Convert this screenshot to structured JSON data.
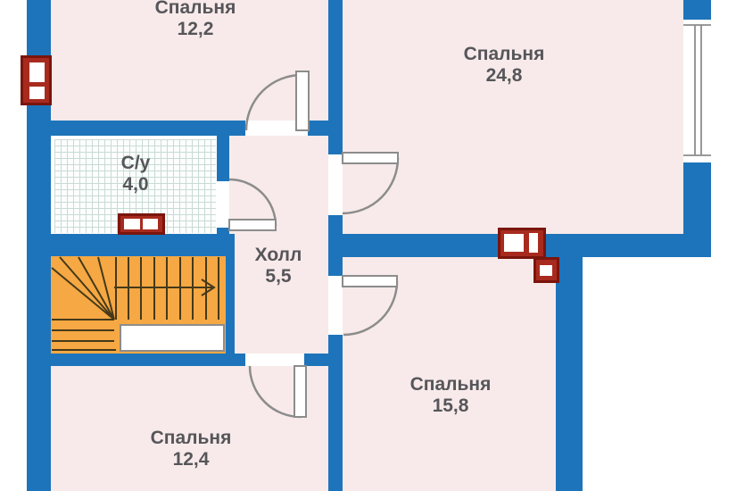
{
  "document": {
    "type": "floor-plan",
    "language": "ru"
  },
  "rooms": [
    {
      "id": "bedroom-top-left",
      "label": "Спальня",
      "area": "12,2"
    },
    {
      "id": "bedroom-top-right",
      "label": "Спальня",
      "area": "24,8"
    },
    {
      "id": "bathroom",
      "label": "С/у",
      "area": "4,0"
    },
    {
      "id": "hall",
      "label": "Холл",
      "area": "5,5"
    },
    {
      "id": "bedroom-bottom-right",
      "label": "Спальня",
      "area": "15,8"
    },
    {
      "id": "bedroom-bottom-left",
      "label": "Спальня",
      "area": "12,4"
    }
  ],
  "colors": {
    "wall": "#1d74ba",
    "room_fill": "#f8eaea",
    "stair_fill": "#f5a843",
    "stair_line": "#45391a",
    "tile_bg": "#fcfefd",
    "tile_line": "#c9dad4",
    "chimney_fill": "#a82a1e",
    "chimney_border": "#7a150d",
    "door_line": "#8c8c8c",
    "label_text": "#56565a",
    "outside": "#ffffff"
  }
}
